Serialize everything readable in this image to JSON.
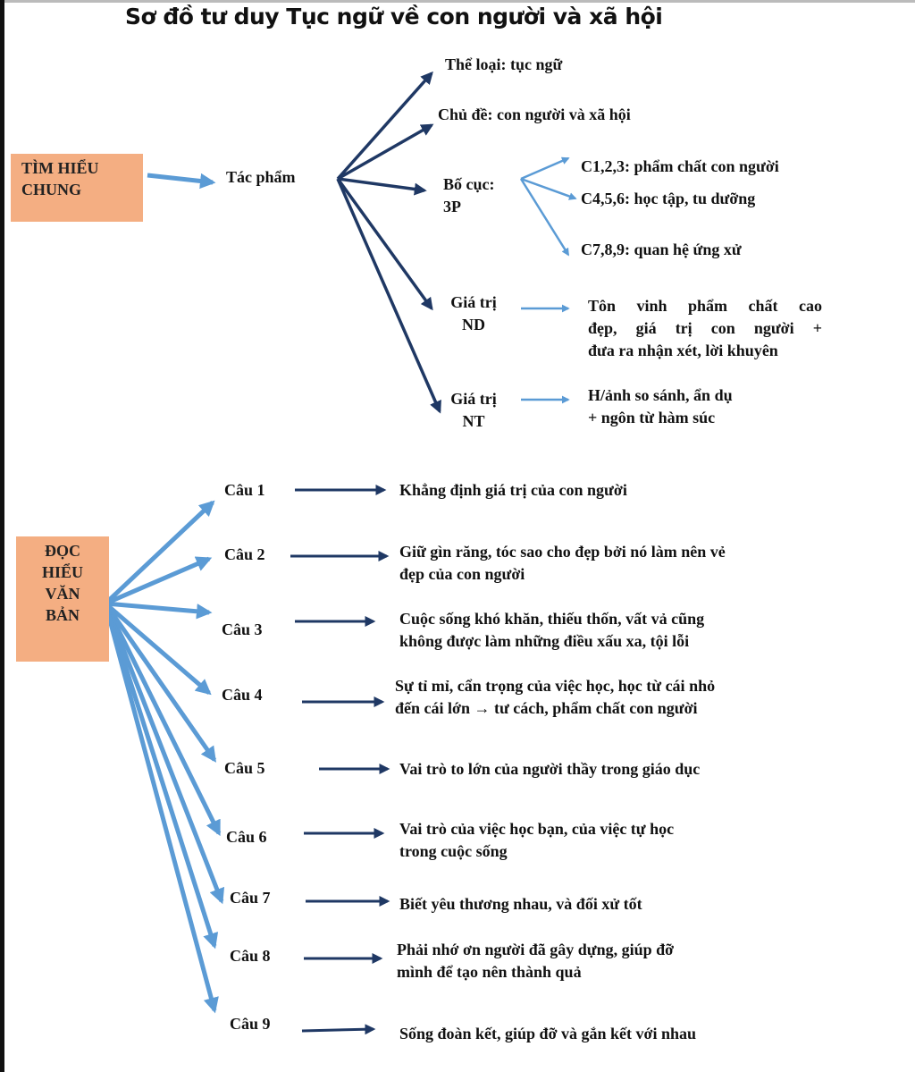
{
  "title": "Sơ đồ tư duy Tục ngữ về con người và xã hội",
  "section1": {
    "box": [
      "TÌM HIỂU",
      "CHUNG"
    ],
    "node": "Tác phẩm",
    "the_loai": "Thể loại: tục ngữ",
    "chu_de": "Chủ đề: con người và xã hội",
    "bo_cuc": [
      "Bố cục:",
      "3P"
    ],
    "bo_cuc_parts": [
      "C1,2,3: phẩm chất con người",
      "C4,5,6: học tập, tu dưỡng",
      "C7,8,9: quan hệ ứng xử"
    ],
    "gia_tri_nd": [
      "Giá trị",
      "ND"
    ],
    "gia_tri_nd_text": [
      "Tôn vinh phẩm chất cao",
      "đẹp, giá trị con người +",
      "đưa ra nhận xét, lời khuyên"
    ],
    "gia_tri_nt": [
      "Giá trị",
      "NT"
    ],
    "gia_tri_nt_text": [
      "H/ảnh so sánh, ẩn dụ",
      "+ ngôn từ hàm súc"
    ]
  },
  "section2": {
    "box": [
      "ĐỌC",
      "HIỂU",
      "VĂN",
      "BẢN"
    ],
    "items": [
      {
        "label": "Câu 1",
        "text": [
          "Khẳng định giá trị của con người"
        ]
      },
      {
        "label": "Câu 2",
        "text": [
          "Giữ gìn răng, tóc sao cho đẹp bởi nó làm nên vẻ",
          "đẹp của con người"
        ]
      },
      {
        "label": "Câu 3",
        "text": [
          "Cuộc sống khó khăn, thiếu thốn, vất vả cũng",
          "không được làm những điều xấu xa, tội lỗi"
        ]
      },
      {
        "label": "Câu 4",
        "text": [
          "Sự tỉ mỉ, cẩn trọng của việc học, học từ cái nhỏ",
          "đến cái lớn → tư cách, phẩm chất con người"
        ]
      },
      {
        "label": "Câu 5",
        "text": [
          "Vai trò to lớn của người thầy trong giáo dục"
        ]
      },
      {
        "label": "Câu 6",
        "text": [
          "Vai trò của việc học bạn, của việc tự học",
          "trong cuộc sống"
        ]
      },
      {
        "label": "Câu 7",
        "text": [
          "Biết yêu thương nhau, và đối xử tốt"
        ]
      },
      {
        "label": "Câu 8",
        "text": [
          "Phải nhớ ơn người đã gây dựng, giúp đỡ",
          "mình để tạo nên thành quả"
        ]
      },
      {
        "label": "Câu 9",
        "text": [
          "Sống đoàn kết, giúp đỡ và gắn kết với nhau"
        ]
      }
    ]
  },
  "colors": {
    "box": "#f4ae82",
    "dark_arrow": "#1f3864",
    "light_arrow": "#5b9bd5"
  }
}
